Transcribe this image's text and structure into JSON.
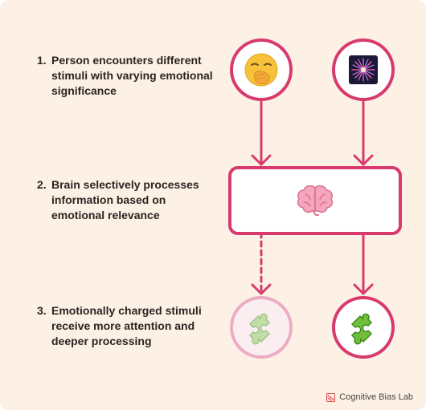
{
  "steps": [
    {
      "number": "1.",
      "text": "Person encounters different stimuli with varying emotional significance"
    },
    {
      "number": "2.",
      "text": "Brain selectively processes information based on emotional relevance"
    },
    {
      "number": "3.",
      "text": "Emotionally charged stimuli receive more attention and deeper processing"
    }
  ],
  "footer": {
    "brand": "Cognitive Bias Lab"
  },
  "colors": {
    "accent": "#d93a6d",
    "accent_faded": "#ecacc3",
    "background": "#fdf1e6",
    "puzzle_green": "#6fbf3a"
  },
  "icons": {
    "stimulus_neutral": "yawning-face-icon",
    "stimulus_emotional": "fireworks-icon",
    "processor": "brain-icon",
    "result_low": "puzzle-piece-icon",
    "result_high": "puzzle-piece-icon"
  }
}
